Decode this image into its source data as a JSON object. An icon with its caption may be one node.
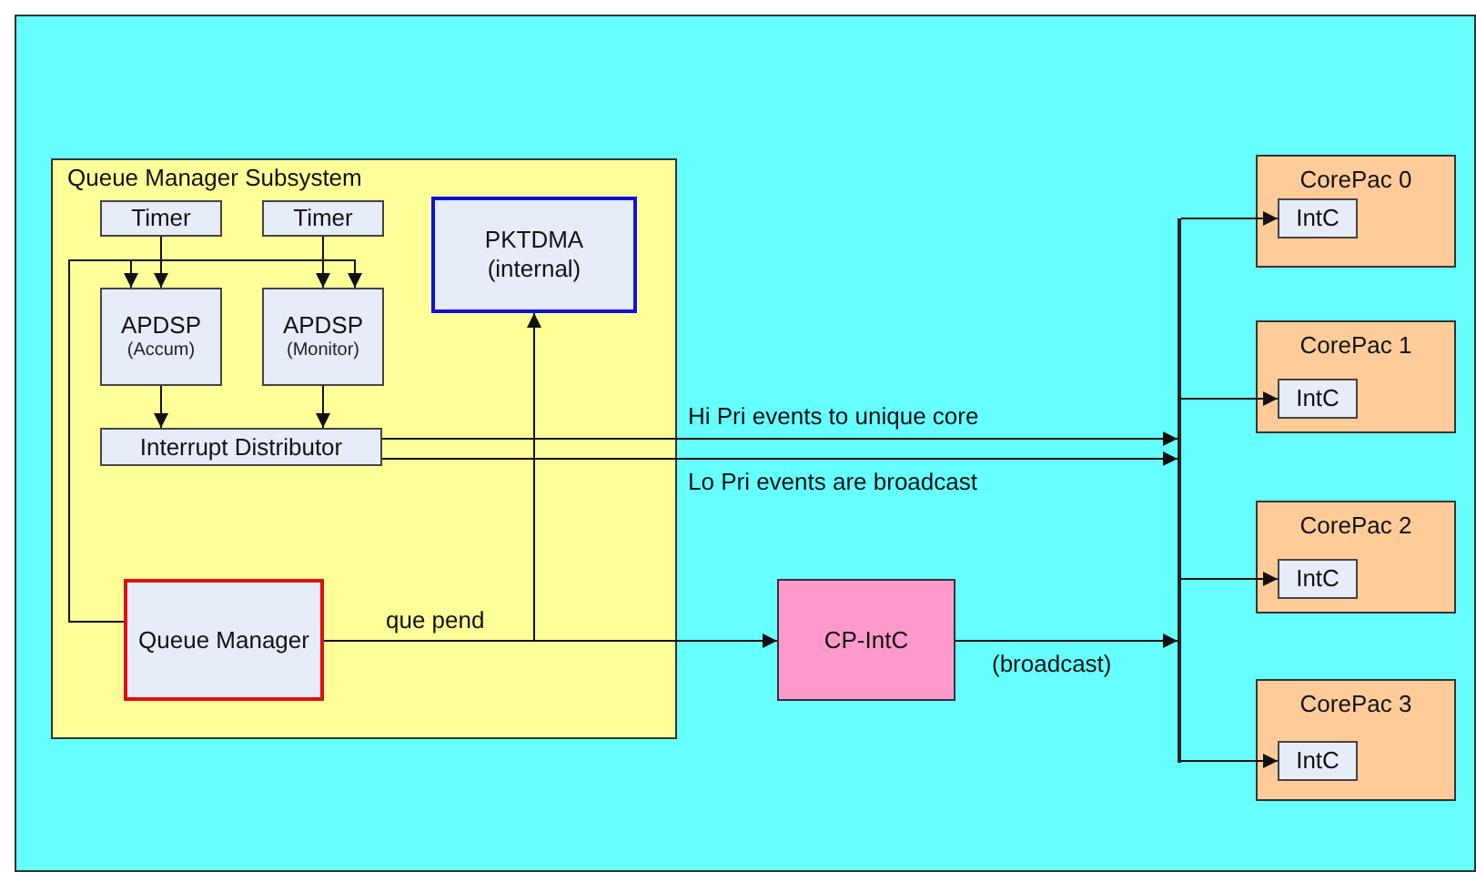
{
  "diagram": {
    "nodes": [
      {
        "text": [],
        "shape": "box"
      },
      {
        "text": [
          "Queue Manager Subsystem"
        ],
        "in": 0
      },
      {
        "text": [
          "Timer"
        ],
        "in": 1
      },
      {
        "text": [
          "Timer"
        ],
        "in": 1
      },
      {
        "text": [
          "PKTDMA (internal)"
        ],
        "in": 1
      },
      {
        "text": [
          "APDSP",
          "(Accum)"
        ],
        "in": 1
      },
      {
        "text": [
          "APDSP",
          "(Monitor)"
        ],
        "in": 1
      },
      {
        "text": [
          "Interrupt Distributor"
        ],
        "in": 1
      },
      {
        "text": [
          "Queue Manager"
        ],
        "in": 1
      },
      {
        "text": [
          "CP-IntC"
        ],
        "in": 0
      },
      {
        "text": [],
        "shape": "bar",
        "in": 0
      },
      {
        "text": [
          "CorePac 0"
        ],
        "in": 0
      },
      {
        "text": [
          "IntC"
        ],
        "in": 11
      },
      {
        "text": [
          "CorePac 1"
        ],
        "in": 0
      },
      {
        "text": [
          "IntC"
        ],
        "in": 13
      },
      {
        "text": [
          "CorePac 2"
        ],
        "in": 0
      },
      {
        "text": [
          "IntC"
        ],
        "in": 15
      },
      {
        "text": [
          "CorePac 3"
        ],
        "in": 0
      },
      {
        "text": [
          "IntC"
        ],
        "in": 17
      }
    ],
    "edges": [
      {
        "from": 2,
        "to": 5,
        "arrow": "to"
      },
      {
        "from": 3,
        "to": 6,
        "arrow": "to"
      },
      {
        "from": 8,
        "to": 5,
        "arrow": "to"
      },
      {
        "from": 8,
        "to": 6,
        "arrow": "to"
      },
      {
        "from": 5,
        "to": 7,
        "arrow": "to"
      },
      {
        "from": 6,
        "to": 7,
        "arrow": "to"
      },
      {
        "from": 8,
        "to": 4,
        "arrow": "to"
      },
      {
        "from": 8,
        "to": 9,
        "label": "que pend",
        "arrow": "to"
      },
      {
        "from": 7,
        "to": 10,
        "label": "Hi Pri events to unique core",
        "arrow": "to"
      },
      {
        "from": 7,
        "to": 10,
        "label": "Lo Pri events are broadcast",
        "arrow": "to"
      },
      {
        "from": 9,
        "to": 10,
        "label": "(broadcast)",
        "arrow": "to"
      },
      {
        "from": 10,
        "to": 12,
        "arrow": "to"
      },
      {
        "from": 10,
        "to": 14,
        "arrow": "to"
      },
      {
        "from": 10,
        "to": 16,
        "arrow": "to"
      },
      {
        "from": 10,
        "to": 18,
        "arrow": "to"
      }
    ]
  }
}
